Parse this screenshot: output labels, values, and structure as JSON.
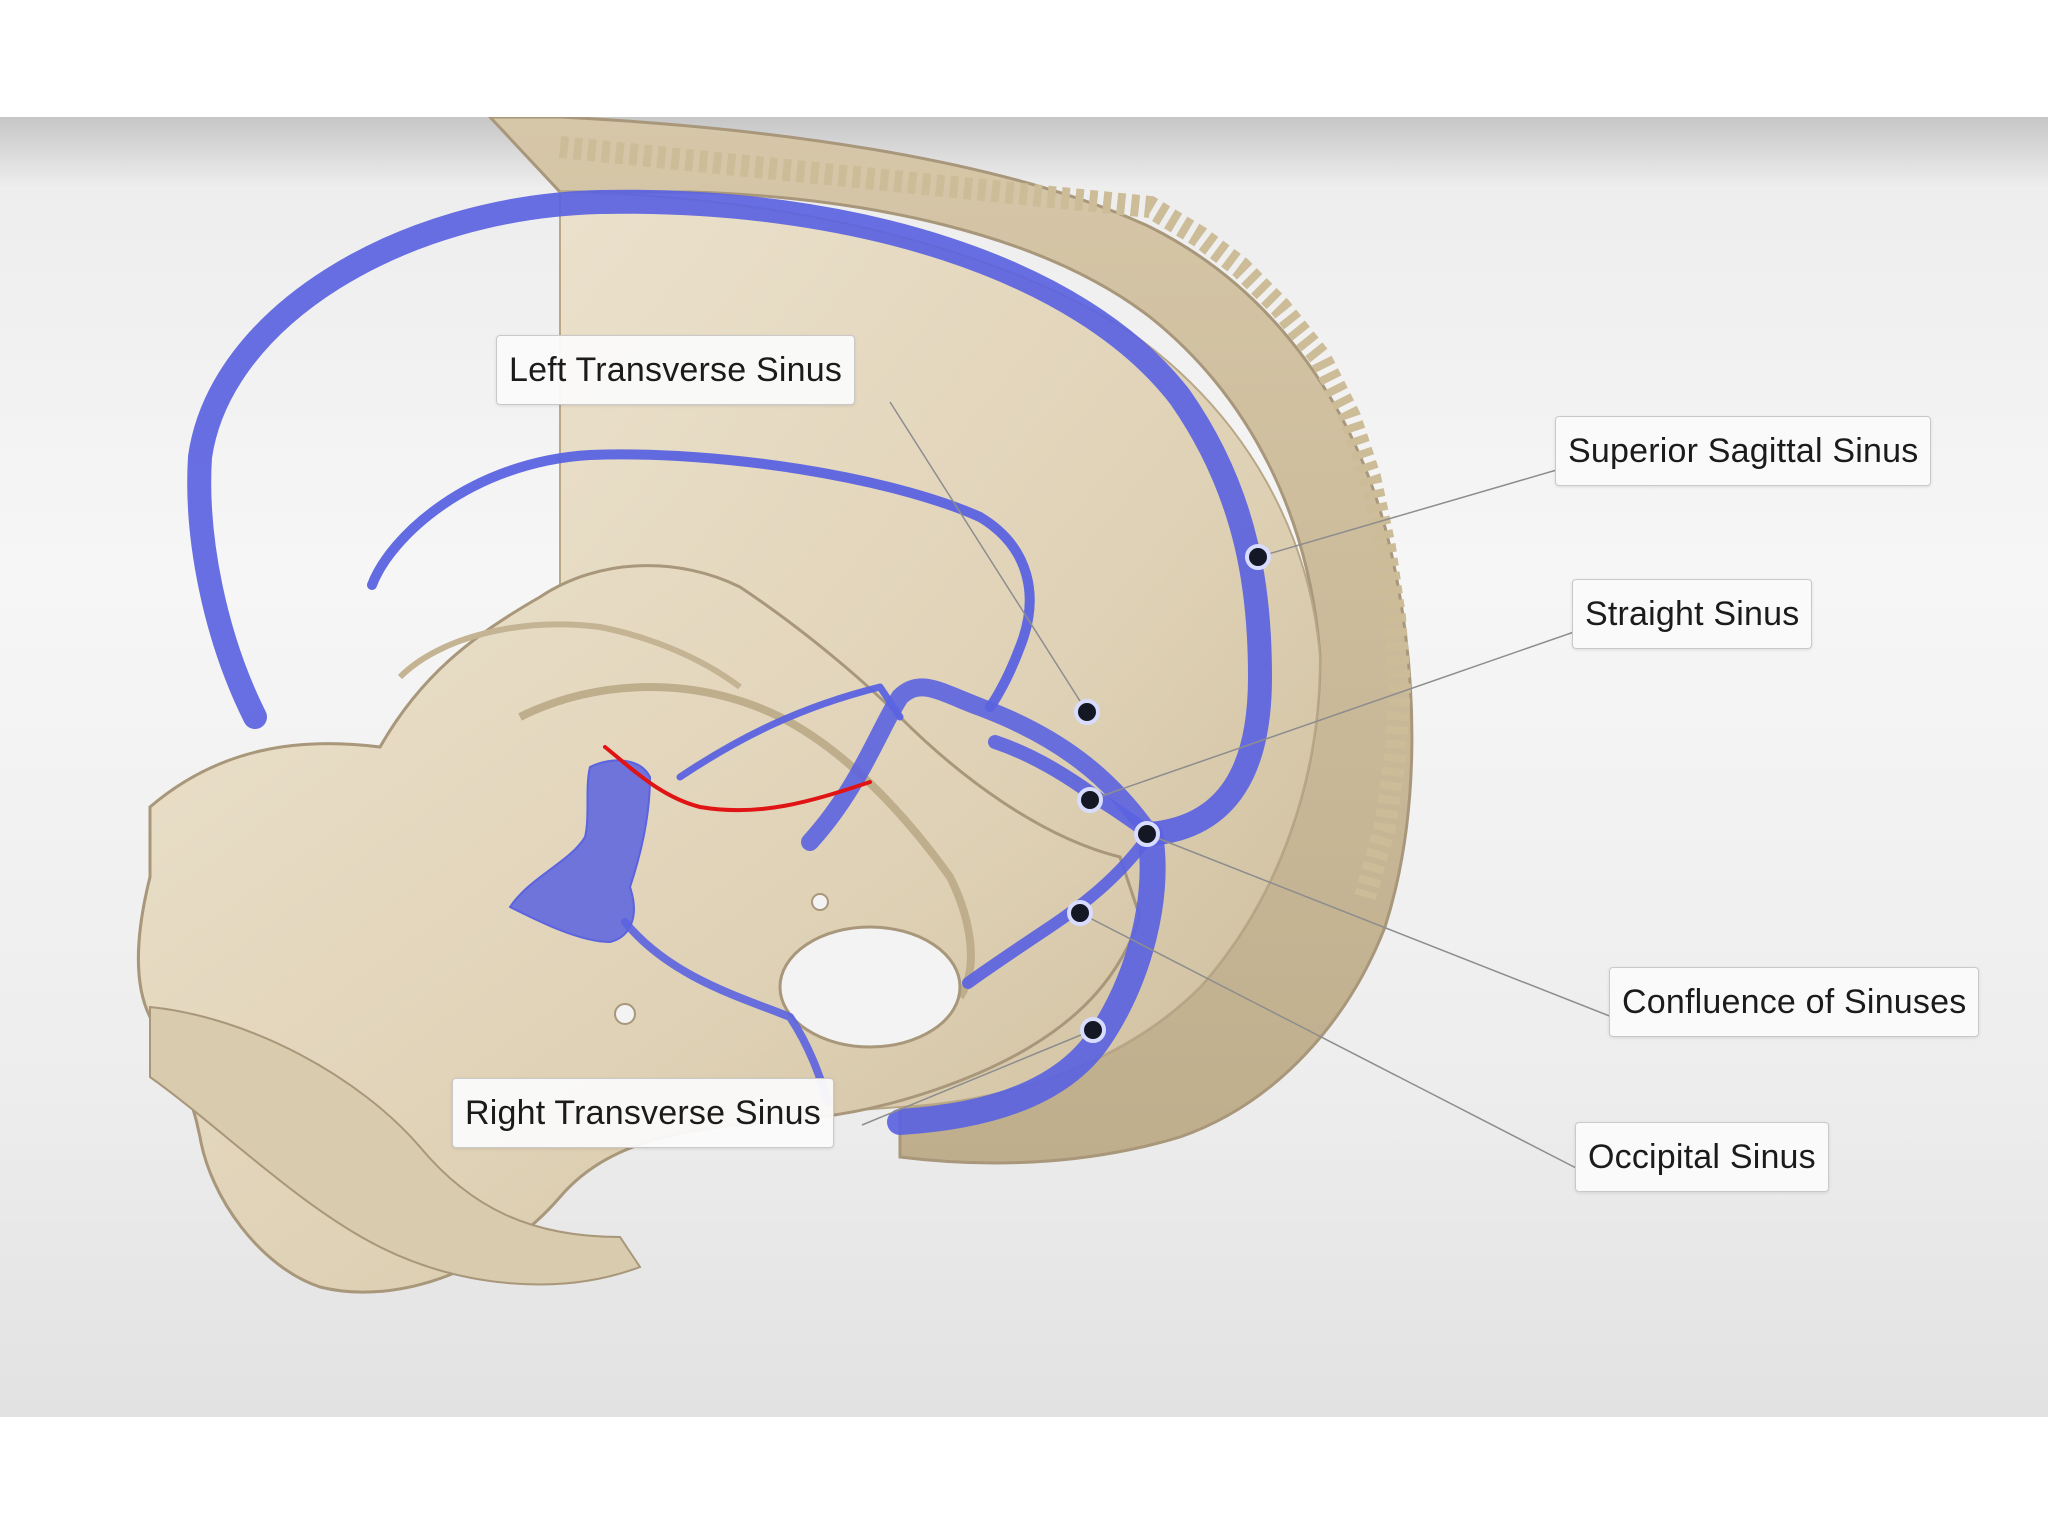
{
  "labels": {
    "left_transverse_sinus": "Left Transverse Sinus",
    "superior_sagittal_sinus": "Superior Sagittal Sinus",
    "straight_sinus": "Straight Sinus",
    "confluence_of_sinuses": "Confluence of Sinuses",
    "occipital_sinus": "Occipital Sinus",
    "right_transverse_sinus": "Right Transverse Sinus"
  },
  "colors": {
    "sinus_blue": "#5b63e0",
    "bone": "#e3d6bd",
    "highlight_red": "#e01414",
    "marker": "#141824"
  }
}
